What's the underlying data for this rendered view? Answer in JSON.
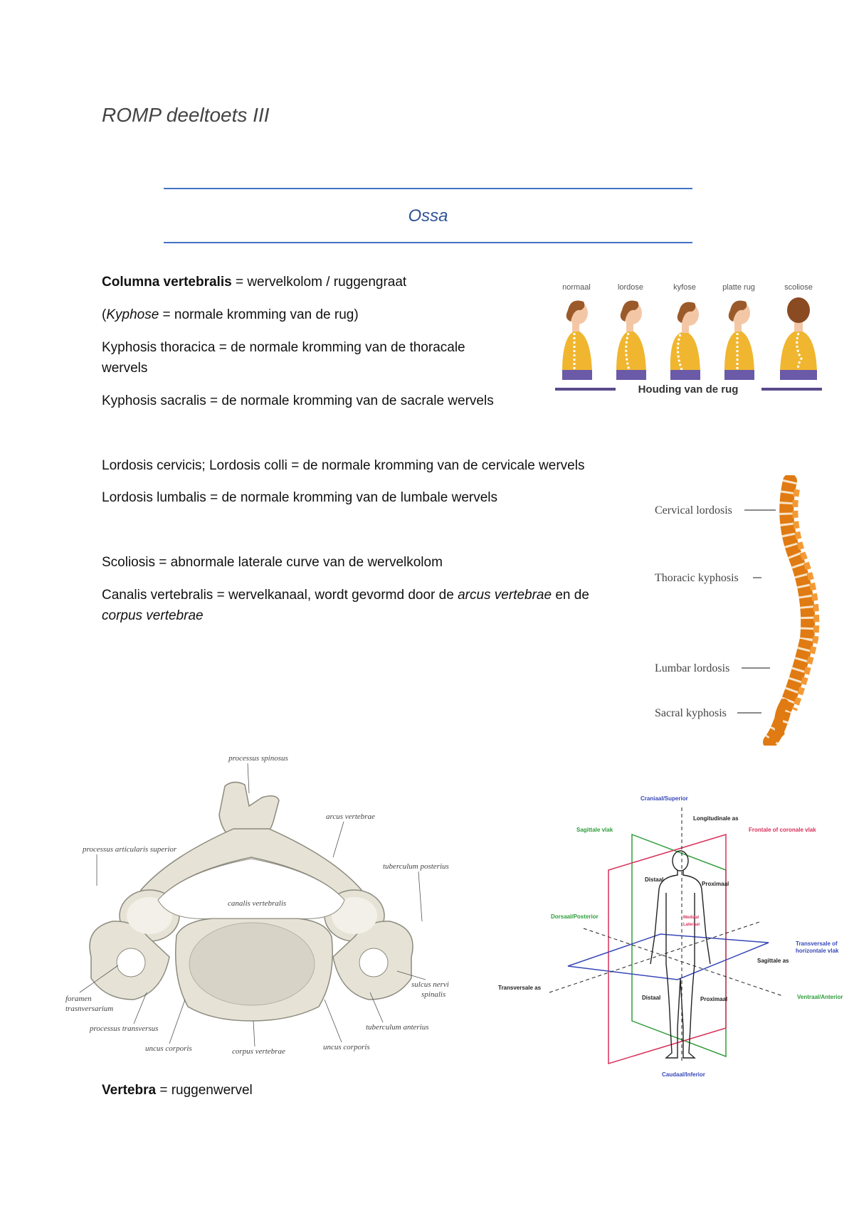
{
  "doc_title": "ROMP deeltoets III",
  "section_title": "Ossa",
  "paragraphs": {
    "p1": {
      "bold": "Columna vertebralis",
      "rest": " = wervelkolom / ruggengraat"
    },
    "p2": {
      "open": "(",
      "italic": "Kyphose",
      "rest": " = normale kromming van de rug)"
    },
    "p3": {
      "line1": "Kyphosis thoracica = de normale kromming van de thoracale",
      "line2": "wervels"
    },
    "p4": "Kyphosis sacralis = de normale kromming van de sacrale wervels",
    "p5": "Lordosis cervicis; Lordosis colli = de normale kromming van de cervicale wervels",
    "p6": "Lordosis lumbalis = de normale kromming van de lumbale wervels",
    "p7": "Scoliosis = abnormale laterale curve van de wervelkolom",
    "p8": {
      "a": "Canalis vertebralis = wervelkanaal, wordt gevormd door de ",
      "i1": "arcus vertebrae",
      "b": " en de",
      "i2": "corpus vertebrae"
    },
    "p9": {
      "bold": "Vertebra",
      "rest": " = ruggenwervel"
    }
  },
  "posture_figure": {
    "labels": [
      "normaal",
      "lordose",
      "kyfose",
      "platte rug",
      "scoliose"
    ],
    "caption": "Houding van de rug",
    "colors": {
      "shirt": "#f0b630",
      "skin": "#f3c7a6",
      "hair": "#9b5a2a",
      "line": "#5a4a8a"
    }
  },
  "spine_figure": {
    "labels": [
      "Cervical lordosis",
      "Thoracic kyphosis",
      "Lumbar lordosis",
      "Sacral kyphosis"
    ],
    "colors": {
      "bone": "#f08a1c",
      "disc": "#f7e4c8"
    }
  },
  "vertebra_figure": {
    "labels": {
      "processus_spinosus": "processus spinosus",
      "arcus_vertebrae": "arcus vertebrae",
      "processus_articularis_superior": "processus articularis superior",
      "tuberculum_posterius": "tuberculum posterius",
      "canalis_vertebralis": "canalis vertebralis",
      "foramen_line1": "foramen",
      "foramen_line2": "trasnversarium",
      "sulcus_line1": "sulcus nervi",
      "sulcus_line2": "spinalis",
      "processus_transversus": "processus transversus",
      "tuberculum_anterius": "tuberculum anterius",
      "uncus_corporis_left": "uncus corporis",
      "corpus_vertebrae": "corpus vertebrae",
      "uncus_corporis_right": "uncus corporis"
    },
    "colors": {
      "bone": "#e6e3d6",
      "outline": "#8c8a7e"
    }
  },
  "planes_figure": {
    "labels": {
      "cranial": "Craniaal/Superior",
      "longitudinal": "Longitudinale as",
      "sagittal_plane": "Sagittale vlak",
      "frontal_plane": "Frontale of coronale vlak",
      "distaal_top": "Distaal",
      "proximaal_top": "Proximaal",
      "dorsal": "Dorsaal/Posterior",
      "mediaal": "Mediaal",
      "lateraal": "Lateraal",
      "transversal_plane_1": "Transversale of",
      "transversal_plane_2": "horizontale vlak",
      "sagittal_axis": "Sagittale as",
      "transversal_axis": "Transversale as",
      "ventral": "Ventraal/Anterior",
      "distaal_bottom": "Distaal",
      "proximaal_bottom": "Proximaal",
      "caudal": "Caudaal/Inferior"
    },
    "colors": {
      "sagittal": "#2e9d3a",
      "frontal": "#d9305a",
      "transversal": "#3848b8",
      "label_blue": "#3848b8",
      "label_green": "#2e9d3a",
      "label_red": "#d9305a"
    }
  }
}
